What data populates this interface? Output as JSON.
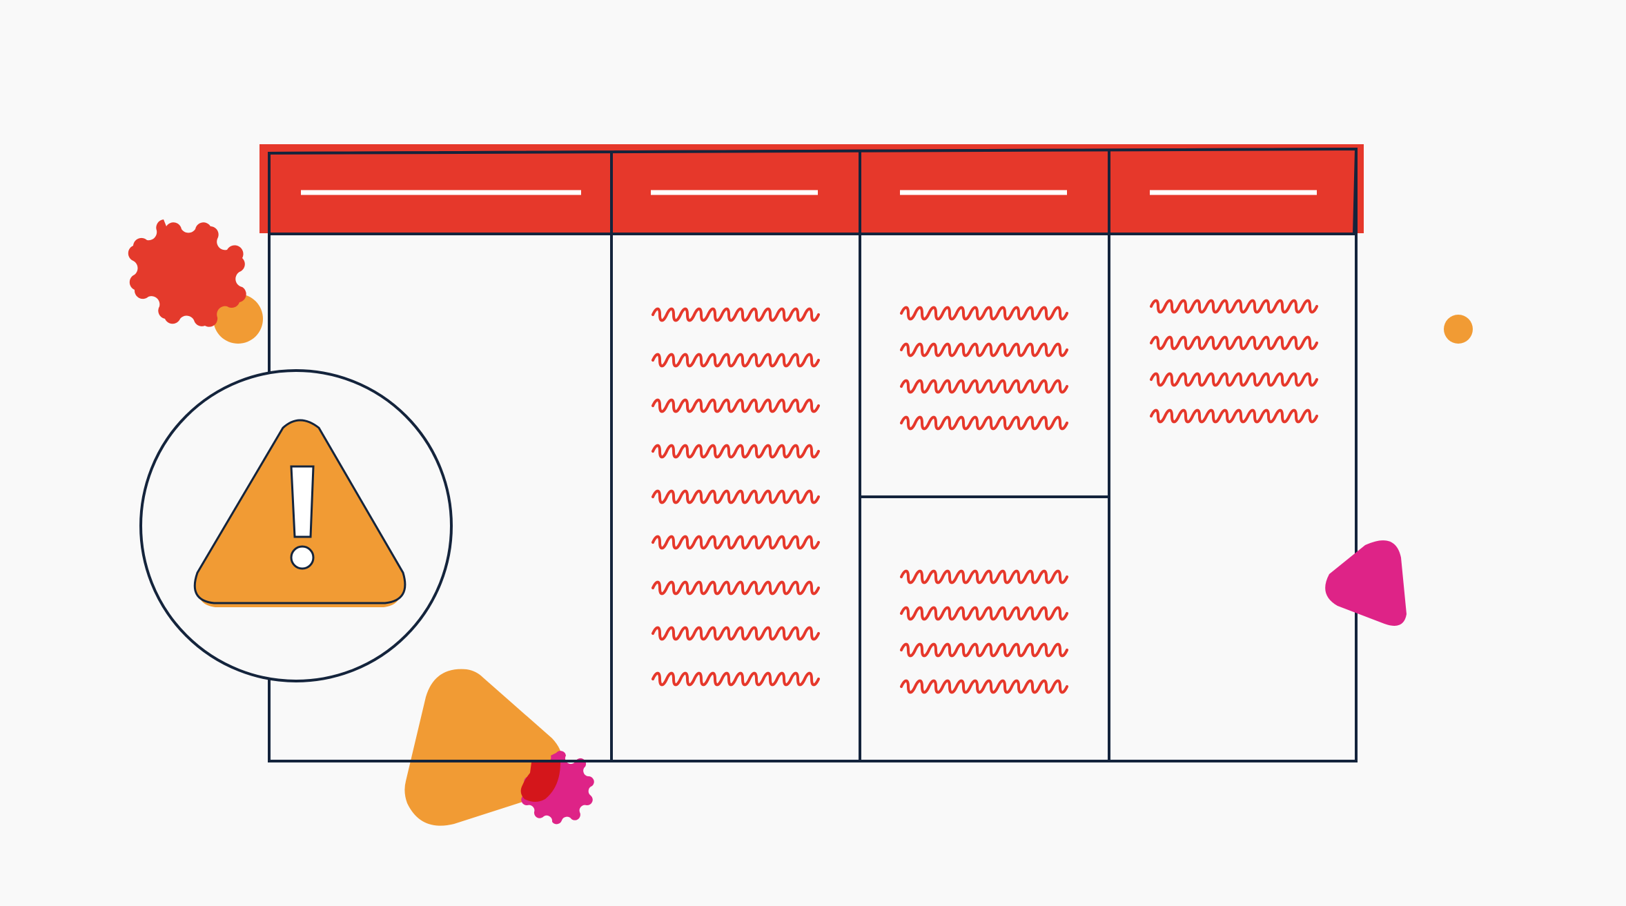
{
  "illustration": {
    "background_color": "#f9f9f9",
    "header_color": "#e6382b",
    "outline_color": "#14243c",
    "squiggle_color": "#e6382b",
    "header_line_color": "#ffffff",
    "warning_fill": "#f19b34",
    "accent_orange": "#f19b34",
    "accent_red": "#e43a2c",
    "accent_magenta": "#de2387",
    "overlap_red": "#d4161b",
    "icons": [
      "warning-triangle-icon",
      "exclamation-icon",
      "gear-blob-icon",
      "dot-icon",
      "rounded-triangle-icon"
    ]
  },
  "table": {
    "column_count": 4,
    "header_placeholders": 4,
    "columns": [
      {
        "cells": [
          {
            "squiggle_lines": 0
          }
        ]
      },
      {
        "cells": [
          {
            "squiggle_lines": 9
          }
        ]
      },
      {
        "cells": [
          {
            "squiggle_lines": 4
          },
          {
            "squiggle_lines": 4
          }
        ]
      },
      {
        "cells": [
          {
            "squiggle_lines": 4
          }
        ]
      }
    ]
  }
}
